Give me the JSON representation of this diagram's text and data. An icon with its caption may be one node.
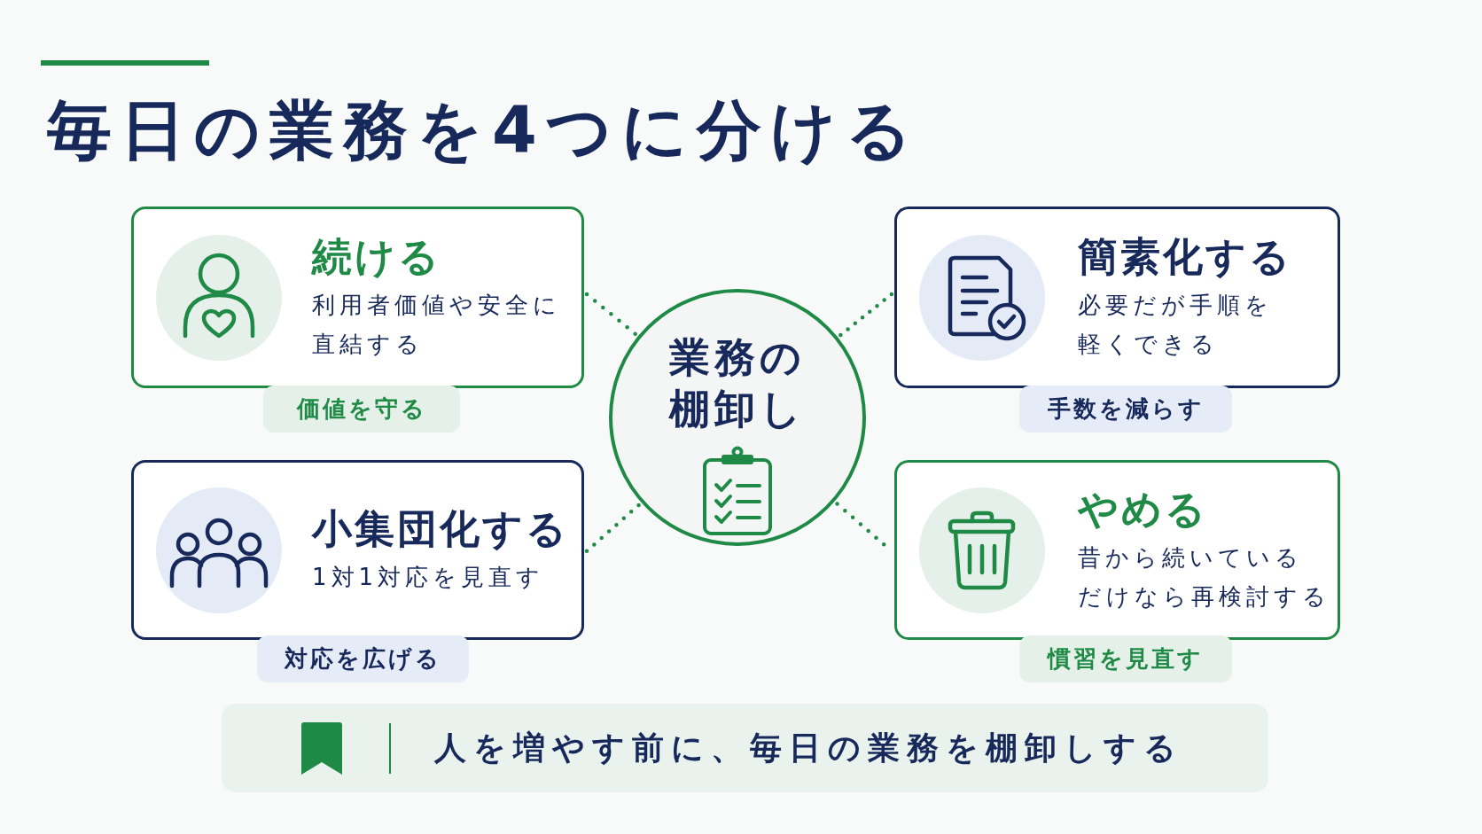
{
  "diagram": {
    "title": "毎日の業務を4つに分ける",
    "nodes": [
      {
        "text": [
          "続ける",
          "利用者価値や安全に直結する"
        ]
      },
      {
        "text": [
          "価値を守る"
        ]
      },
      {
        "text": [
          "業務の棚卸し"
        ]
      },
      {
        "text": [
          "簡素化する",
          "必要だが手順を軽くできる"
        ]
      },
      {
        "text": [
          "手数を減らす"
        ]
      },
      {
        "text": [
          "小集団化する",
          "1対1対応を見直す"
        ]
      },
      {
        "text": [
          "対応を広げる"
        ]
      },
      {
        "text": [
          "やめる",
          "昔から続いているだけなら再検討する"
        ]
      },
      {
        "text": [
          "慣習を見直す"
        ]
      },
      {
        "text": [
          "人を増やす前に、毎日の業務を棚卸しする"
        ]
      }
    ],
    "edges": [
      {
        "from": 2,
        "to": 0,
        "arrow": "none",
        "style": "dashed"
      },
      {
        "from": 2,
        "to": 3,
        "arrow": "none",
        "style": "dashed"
      },
      {
        "from": 2,
        "to": 5,
        "arrow": "none",
        "style": "dashed"
      },
      {
        "from": 2,
        "to": 7,
        "arrow": "none",
        "style": "dashed"
      }
    ]
  }
}
